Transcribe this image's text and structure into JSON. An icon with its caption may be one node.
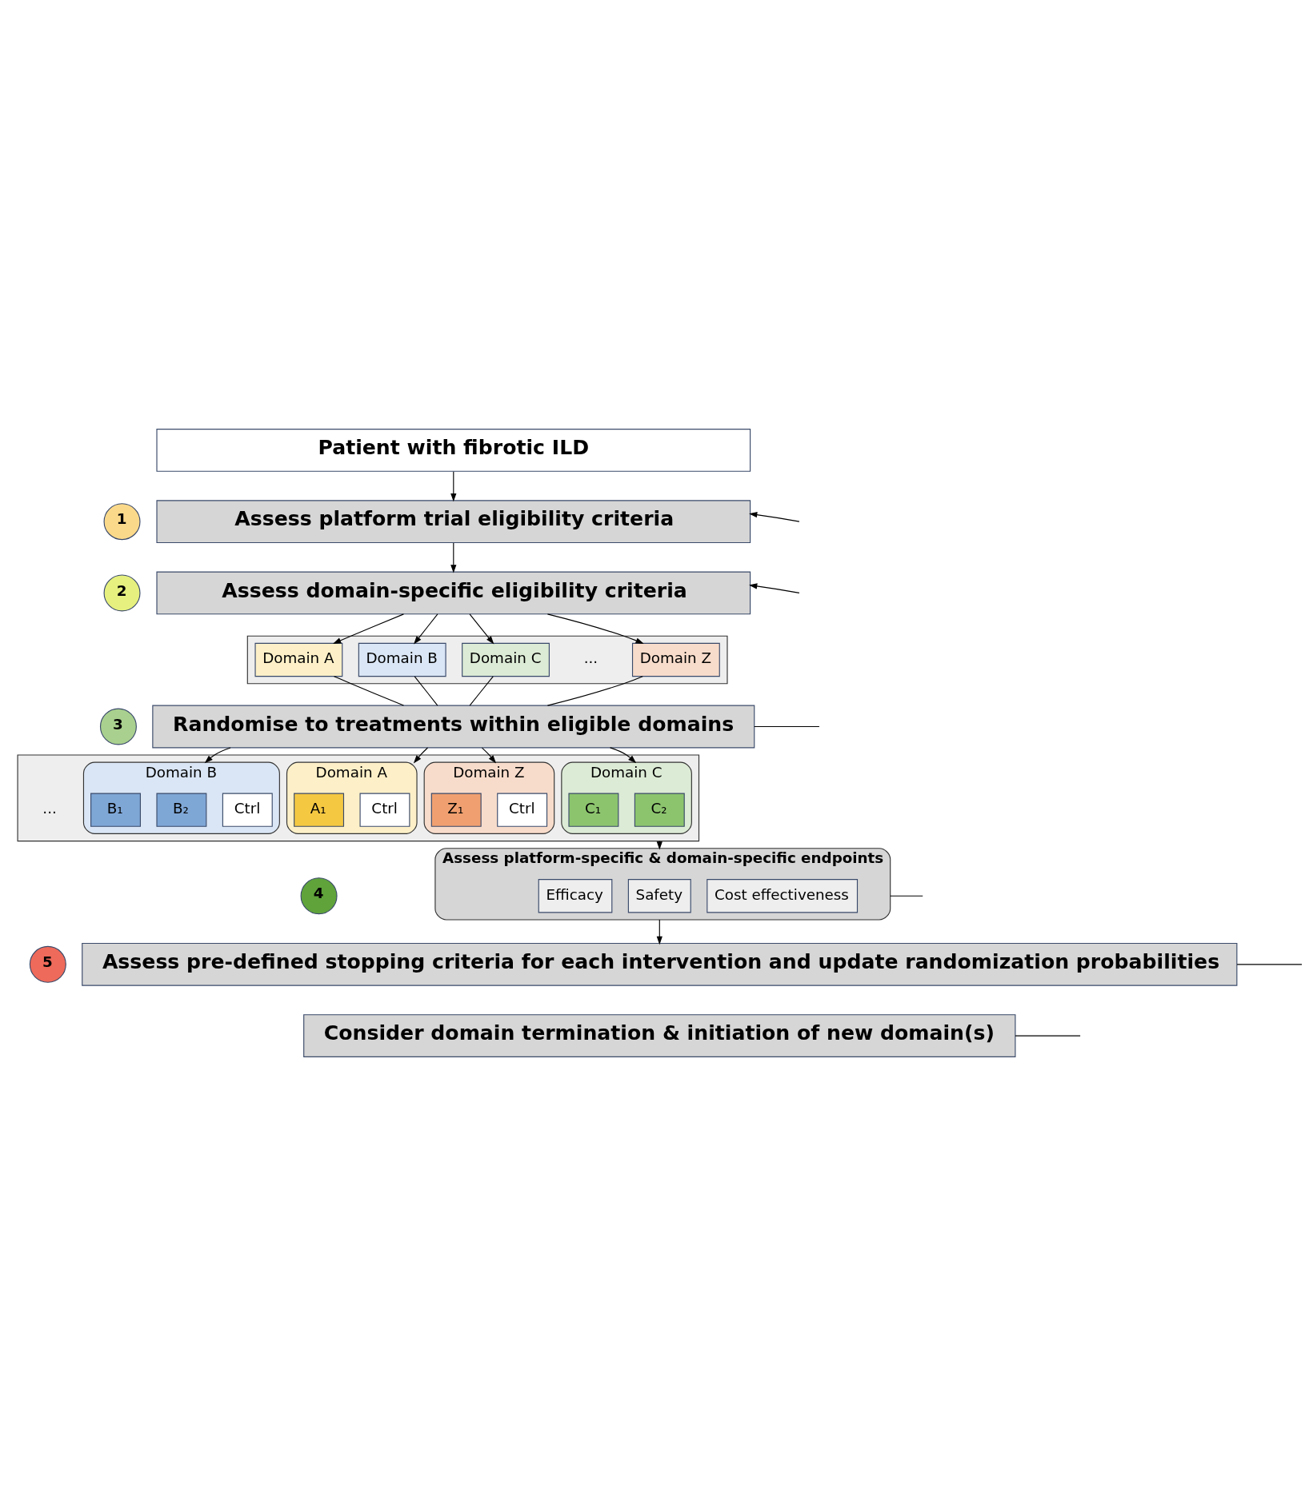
{
  "diagram": {
    "nodes": [
      {
        "text": [
          "Patient with fibrotic ILD"
        ]
      },
      {
        "text": [
          "1"
        ]
      },
      {
        "text": [
          "Assess platform trial eligibility criteria"
        ]
      },
      {
        "text": [
          "2"
        ]
      },
      {
        "text": [
          "Assess domain-specific eligibility criteria"
        ]
      },
      {
        "text": [],
        "shape": "box"
      },
      {
        "text": [
          "Domain A"
        ],
        "in": 5
      },
      {
        "text": [
          "Domain B"
        ],
        "in": 5
      },
      {
        "text": [
          "Domain C"
        ],
        "in": 5
      },
      {
        "text": [
          "Domain Z"
        ],
        "in": 5
      },
      {
        "text": [
          "3"
        ]
      },
      {
        "text": [
          "Randomise to treatments within eligible domains"
        ]
      },
      {
        "text": [],
        "shape": "box"
      },
      {
        "text": [
          "Domain A"
        ],
        "in": 12
      },
      {
        "text": [
          "A₁"
        ],
        "in": 13
      },
      {
        "text": [
          "Ctrl"
        ],
        "in": 13
      },
      {
        "text": [
          "Domain B"
        ],
        "in": 12
      },
      {
        "text": [
          "B₁"
        ],
        "in": 16
      },
      {
        "text": [
          "B₂"
        ],
        "in": 16
      },
      {
        "text": [
          "Ctrl"
        ],
        "in": 16
      },
      {
        "text": [
          "Domain C"
        ],
        "in": 12
      },
      {
        "text": [
          "C₁"
        ],
        "in": 20
      },
      {
        "text": [
          "C₂"
        ],
        "in": 20
      },
      {
        "text": [
          "Domain Z"
        ],
        "in": 12
      },
      {
        "text": [
          "Z₁"
        ],
        "in": 23
      },
      {
        "text": [
          "Ctrl"
        ],
        "in": 23
      },
      {
        "text": [
          "4"
        ]
      },
      {
        "text": [
          "Assess platform-specific & domain-specific endpoints"
        ]
      },
      {
        "text": [
          "Efficacy"
        ],
        "in": 27
      },
      {
        "text": [
          "Safety"
        ],
        "in": 27
      },
      {
        "text": [
          "Cost effectiveness"
        ],
        "in": 27
      },
      {
        "text": [
          "5"
        ]
      },
      {
        "text": [
          "Assess pre-defined stopping criteria for each intervention and update randomization probabilities"
        ]
      },
      {
        "text": [
          "Consider domain termination & initiation of new domain(s)"
        ]
      }
    ],
    "edges": [
      {
        "from": 0,
        "to": 2,
        "arrow": "to"
      },
      {
        "from": 2,
        "to": 4,
        "arrow": "to"
      },
      {
        "from": 4,
        "to": 6,
        "arrow": "to"
      },
      {
        "from": 4,
        "to": 7,
        "arrow": "to"
      },
      {
        "from": 4,
        "to": 8,
        "arrow": "to"
      },
      {
        "from": 4,
        "to": 9,
        "arrow": "to"
      },
      {
        "from": 6,
        "to": 11,
        "arrow": "none"
      },
      {
        "from": 7,
        "to": 11,
        "arrow": "none"
      },
      {
        "from": 8,
        "to": 11,
        "arrow": "none"
      },
      {
        "from": 9,
        "to": 11,
        "arrow": "none"
      },
      {
        "from": 11,
        "to": 13,
        "arrow": "to"
      },
      {
        "from": 11,
        "to": 16,
        "arrow": "to"
      },
      {
        "from": 11,
        "to": 20,
        "arrow": "to"
      },
      {
        "from": 11,
        "to": 23,
        "arrow": "to"
      },
      {
        "from": 12,
        "to": 27,
        "arrow": "to"
      },
      {
        "from": 27,
        "to": 32,
        "arrow": "to"
      },
      {
        "from": null,
        "to": 2,
        "arrow": "to"
      },
      {
        "from": null,
        "to": 4,
        "arrow": "to"
      },
      {
        "from": 11,
        "to": null,
        "arrow": "none"
      },
      {
        "from": 27,
        "to": null,
        "arrow": "none"
      },
      {
        "from": 32,
        "to": null,
        "arrow": "none"
      },
      {
        "from": 33,
        "to": null,
        "arrow": "none"
      }
    ],
    "labels": [
      "...",
      "..."
    ]
  }
}
